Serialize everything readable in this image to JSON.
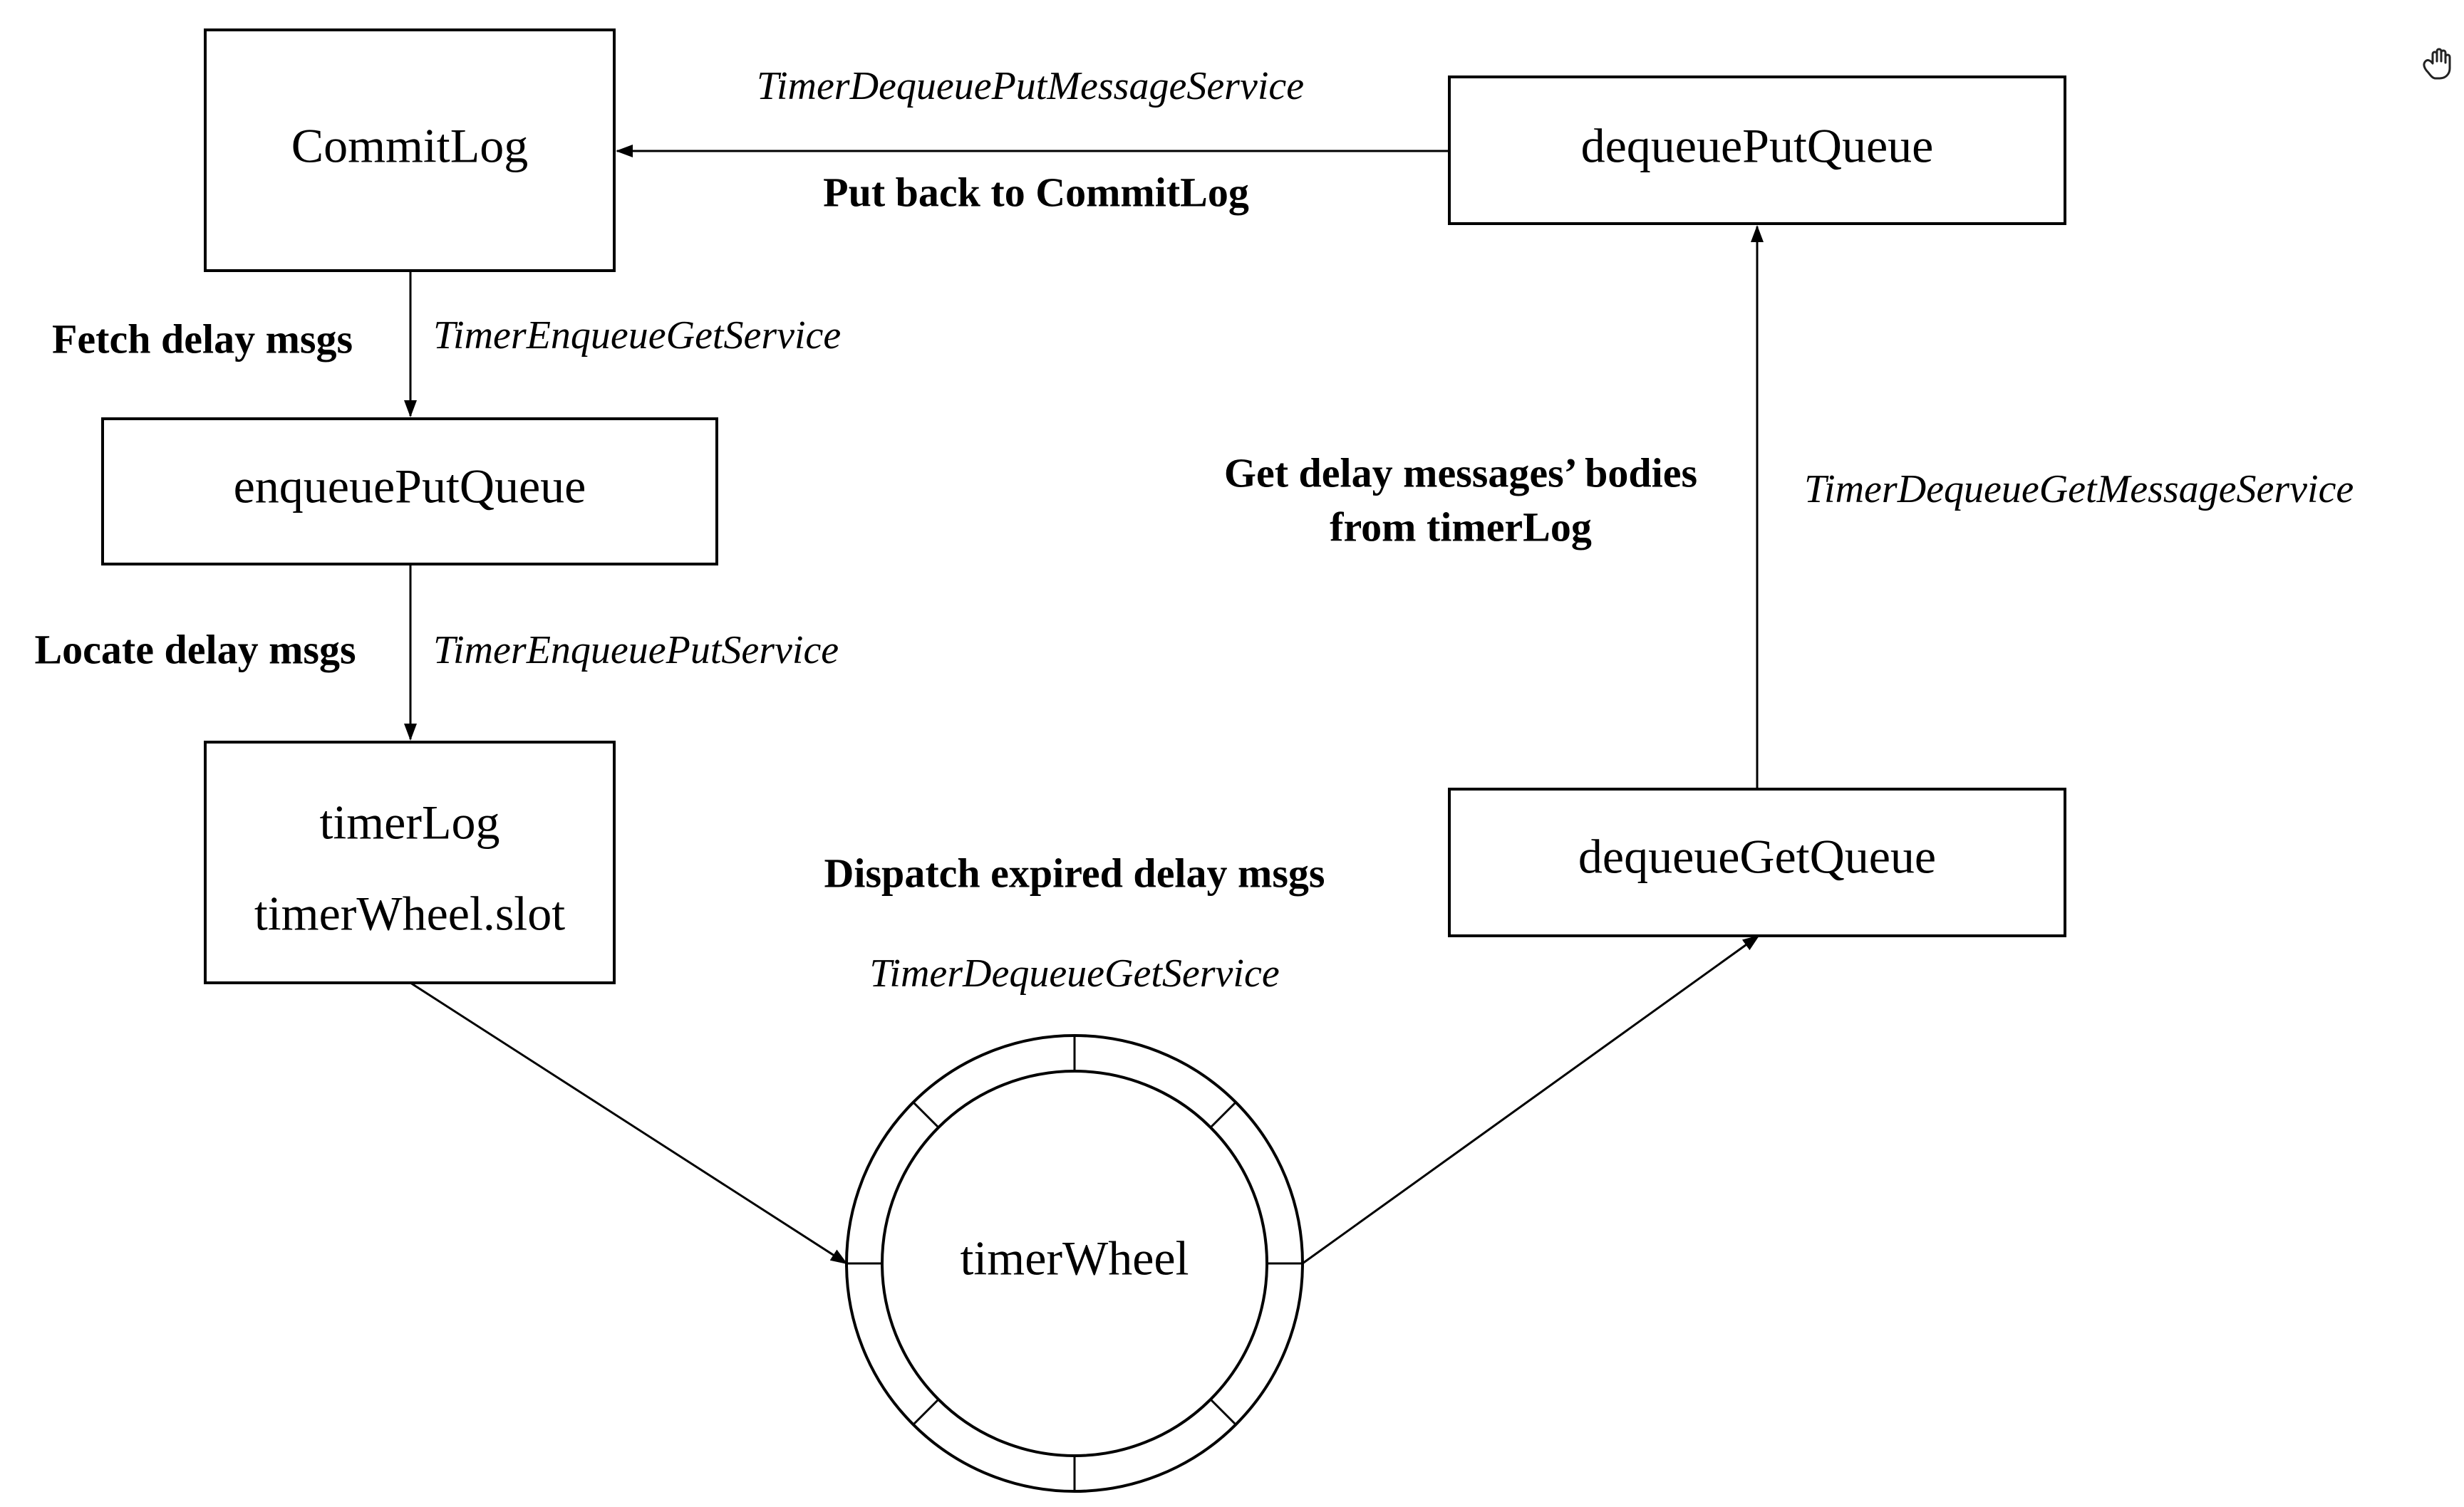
{
  "nodes": {
    "commitlog": "CommitLog",
    "enqueue_put_queue": "enqueuePutQueue",
    "timerlog_line1": "timerLog",
    "timerlog_line2": "timerWheel.slot",
    "timer_wheel": "timerWheel",
    "dequeue_get_queue": "dequeueGetQueue",
    "dequeue_put_queue": "dequeuePutQueue"
  },
  "edges": {
    "put_back": {
      "action": "Put back to CommitLog",
      "service": "TimerDequeuePutMessageService"
    },
    "fetch": {
      "action": "Fetch delay msgs",
      "service": "TimerEnqueueGetService"
    },
    "locate": {
      "action": "Locate delay msgs",
      "service": "TimerEnqueuePutService"
    },
    "dispatch": {
      "action": "Dispatch expired delay msgs",
      "service": "TimerDequeueGetService"
    },
    "get_bodies": {
      "action_line1": "Get delay messages’ bodies",
      "action_line2": "from timerLog",
      "service": "TimerDequeueGetMessageService"
    }
  },
  "icons": {
    "corner": "hand-icon"
  }
}
